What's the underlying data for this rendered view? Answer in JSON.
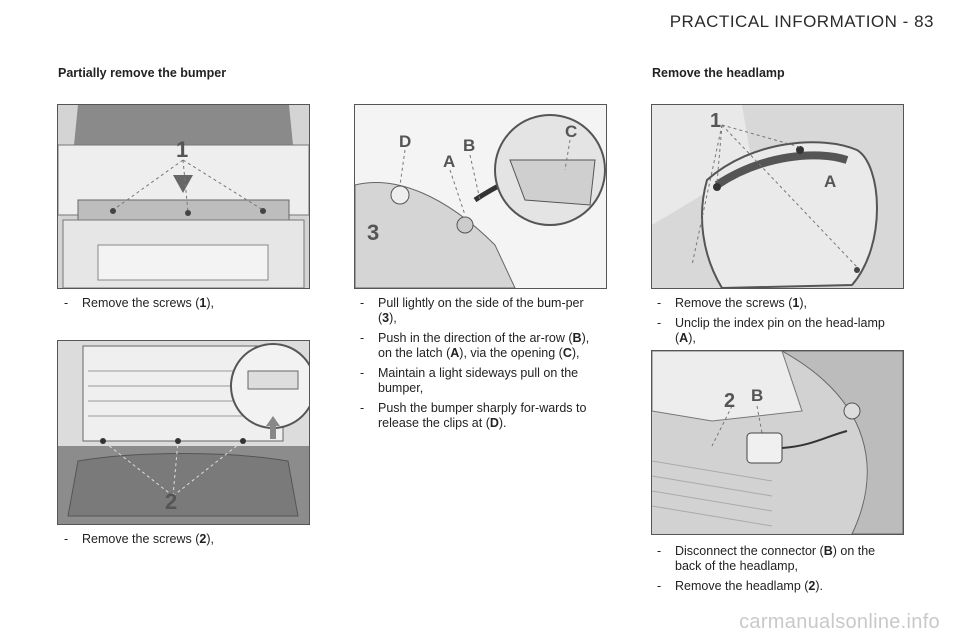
{
  "header": {
    "section": "PRACTICAL INFORMATION",
    "separator": "-",
    "page_number": "83"
  },
  "left": {
    "title": "Partially remove the bumper",
    "fig1_callouts": [
      "1"
    ],
    "step1": {
      "pre": "Remove the screws (",
      "ref": "1",
      "post": "),"
    },
    "fig2_callouts": [
      "2"
    ],
    "step2": {
      "pre": "Remove the screws (",
      "ref": "2",
      "post": "),"
    }
  },
  "middle": {
    "fig_callouts": [
      "D",
      "A",
      "B",
      "C",
      "3"
    ],
    "steps": [
      {
        "pre": "Pull lightly on the side of the bum-per (",
        "ref": "3",
        "post": "),"
      },
      {
        "pre": "Push in the direction of the ar-row (",
        "ref": "B",
        "mid": "), on the latch (",
        "ref2": "A",
        "mid2": "), via the opening (",
        "ref3": "C",
        "post": "),"
      },
      {
        "text": "Maintain a light sideways pull on the bumper,"
      },
      {
        "pre": "Push the bumper sharply for-wards to release the clips at (",
        "ref": "D",
        "post": ")."
      }
    ]
  },
  "right": {
    "title": "Remove the headlamp",
    "fig1_callouts": [
      "1",
      "A"
    ],
    "steps1": [
      {
        "pre": "Remove the screws (",
        "ref": "1",
        "post": "),"
      },
      {
        "pre": "Unclip the index pin on the head-lamp (",
        "ref": "A",
        "post": "),"
      }
    ],
    "fig2_callouts": [
      "2",
      "B"
    ],
    "steps2": [
      {
        "pre": "Disconnect the connector (",
        "ref": "B",
        "post": ") on the back of the headlamp,"
      },
      {
        "pre": "Remove the headlamp (",
        "ref": "2",
        "post": ")."
      }
    ]
  },
  "watermark": "carmanualsonline.info"
}
